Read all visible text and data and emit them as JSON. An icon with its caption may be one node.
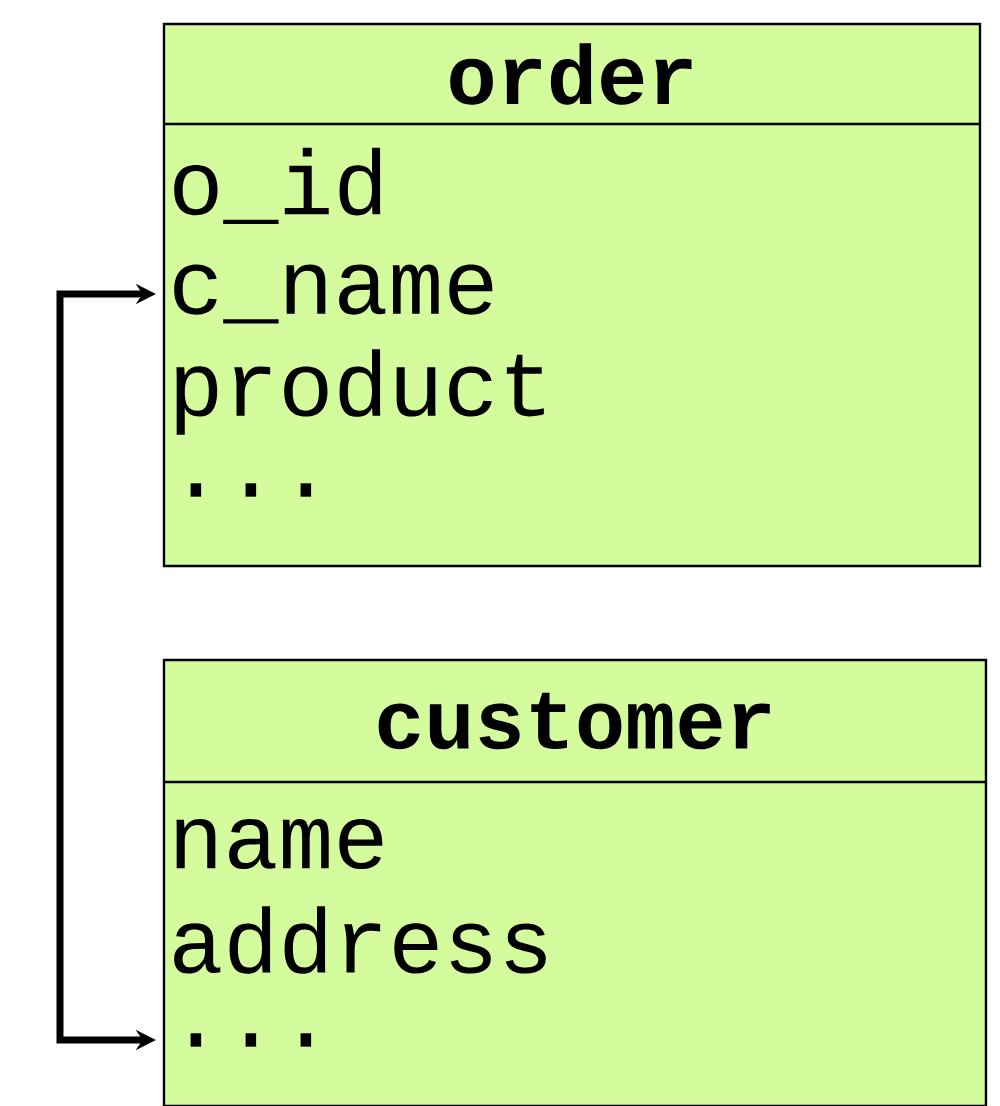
{
  "diagram": {
    "nodes": [
      {
        "text": [
          "order"
        ]
      },
      {
        "text": [
          "o_id"
        ],
        "in": 0
      },
      {
        "text": [
          "c_name"
        ],
        "in": 0
      },
      {
        "text": [
          "product"
        ],
        "in": 0
      },
      {
        "text": [
          "..."
        ],
        "in": 0
      },
      {
        "text": [
          "customer"
        ]
      },
      {
        "text": [
          "name"
        ],
        "in": 5
      },
      {
        "text": [
          "address"
        ],
        "in": 5
      },
      {
        "text": [
          "..."
        ],
        "in": 5
      }
    ],
    "edges": [
      {
        "from": 2,
        "to": 8,
        "arrow": "both"
      }
    ]
  }
}
